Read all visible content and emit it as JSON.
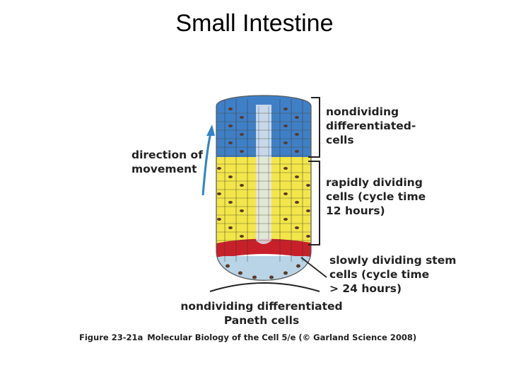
{
  "slide": {
    "title": "Small Intestine"
  },
  "labels": {
    "movement": "direction of\nmovement",
    "nondividing": "nondividing\ndifferentiated-\ncells",
    "rapidly": "rapidly dividing\ncells (cycle time\n12 hours)",
    "slowly": "slowly dividing stem\ncells (cycle time\n> 24 hours)",
    "paneth": "nondividing differentiated\nPaneth cells"
  },
  "caption": {
    "figure": "Figure 23-21a",
    "text": "Molecular Biology of the Cell 5/e (© Garland Science 2008)"
  },
  "colors": {
    "blue": "#3f7fc6",
    "yellow": "#f3e64a",
    "red": "#c8202a",
    "paneth": "#b9d4e6",
    "arrow": "#2f86c8"
  }
}
